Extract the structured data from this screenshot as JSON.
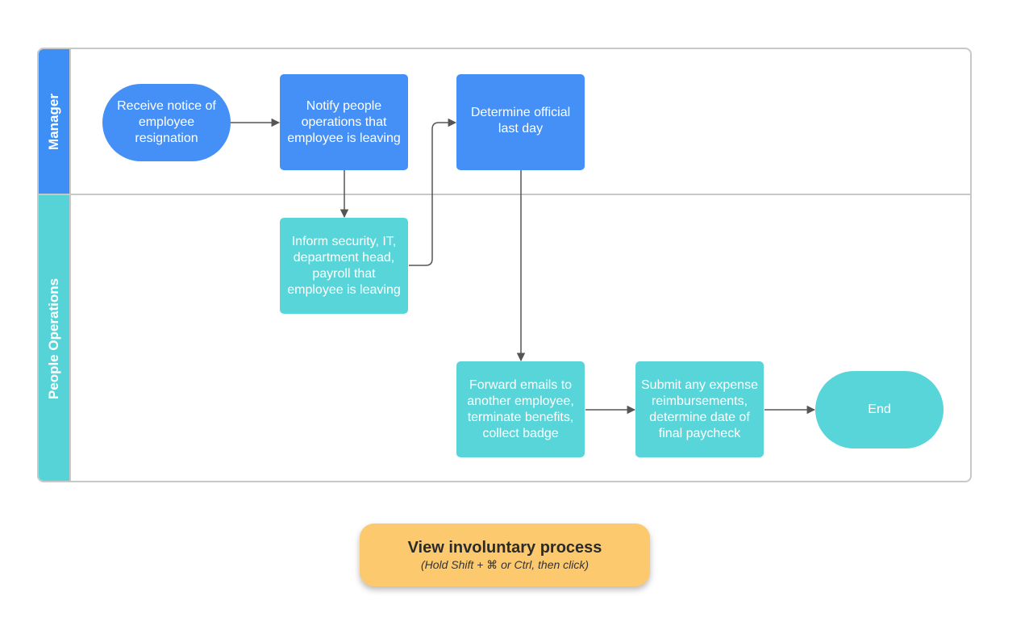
{
  "lanes": {
    "manager": "Manager",
    "people_ops": "People Operations"
  },
  "nodes": {
    "receive_notice": "Receive notice of employee resignation",
    "notify_people_ops": "Notify people operations that employee is leaving",
    "determine_last_day": "Determine official last day",
    "inform_security": "Inform security, IT, department head, payroll that employee is leaving",
    "forward_emails": "Forward emails to another employee, terminate benefits, collect badge",
    "submit_reimbursements": "Submit any expense reimbursements, determine date of final paycheck",
    "end": "End"
  },
  "cta": {
    "title": "View involuntary process",
    "hint": "(Hold Shift + ⌘ or Ctrl, then click)"
  },
  "colors": {
    "manager_blue": "#4590f6",
    "people_ops_teal": "#58d5d9",
    "cta_orange": "#fdc96f",
    "border_grey": "#c8c8c8",
    "arrow_grey": "#555555"
  }
}
